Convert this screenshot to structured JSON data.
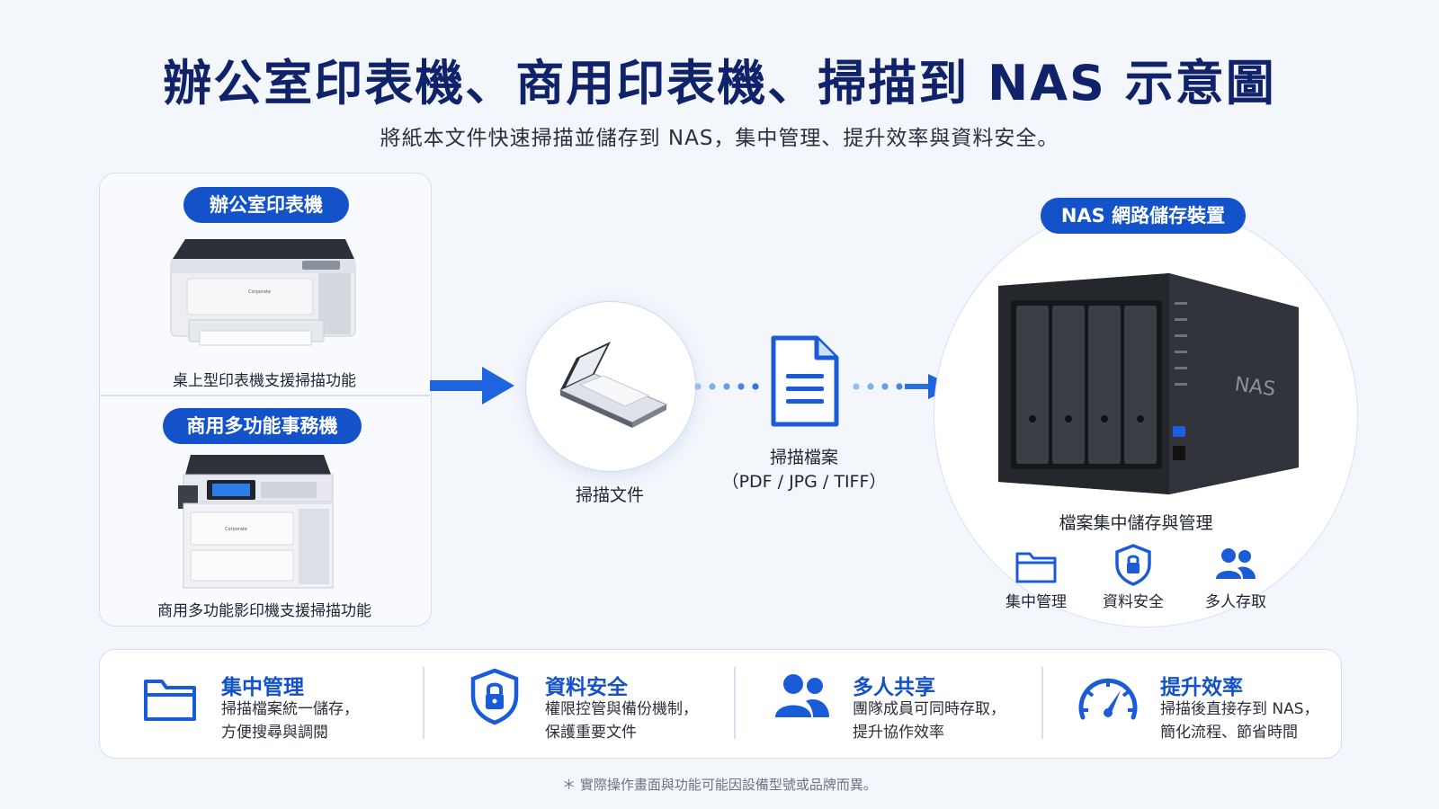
{
  "title": "辦公室印表機、商用印表機、掃描到 NAS 示意圖",
  "subtitle": "將紙本文件快速掃描並儲存到 NAS，集中管理、提升效率與資料安全。",
  "left_panel": {
    "office_printer": {
      "badge": "辦公室印表機",
      "caption": "桌上型印表機支援掃描功能",
      "brand_text": "Corporate"
    },
    "mfp": {
      "badge": "商用多功能事務機",
      "caption": "商用多功能影印機支援掃描功能",
      "brand_text": "Corporate"
    }
  },
  "scan_step": {
    "caption": "掃描文件"
  },
  "file_step": {
    "label": "掃描檔案",
    "formats": "（PDF / JPG / TIFF）"
  },
  "nas": {
    "badge": "NAS 網路儲存裝置",
    "device_label": "NAS",
    "caption": "檔案集中儲存與管理",
    "features": [
      {
        "icon": "folder-icon",
        "label": "集中管理"
      },
      {
        "icon": "lock-shield-icon",
        "label": "資料安全"
      },
      {
        "icon": "users-icon",
        "label": "多人存取"
      }
    ]
  },
  "benefits": [
    {
      "icon": "folder-icon",
      "title": "集中管理",
      "line1": "掃描檔案統一儲存，",
      "line2": "方便搜尋與調閱"
    },
    {
      "icon": "lock-shield-icon",
      "title": "資料安全",
      "line1": "權限控管與備份機制，",
      "line2": "保護重要文件"
    },
    {
      "icon": "users-icon",
      "title": "多人共享",
      "line1": "團隊成員可同時存取，",
      "line2": "提升協作效率"
    },
    {
      "icon": "speedometer-icon",
      "title": "提升效率",
      "line1": "掃描後直接存到 NAS，",
      "line2": "簡化流程、節省時間"
    }
  ],
  "footnote": "＊ 實際操作畫面與功能可能因設備型號或品牌而異。",
  "colors": {
    "brand_blue": "#1352c8",
    "title_navy": "#10236a",
    "background": "#f3f6fb"
  }
}
